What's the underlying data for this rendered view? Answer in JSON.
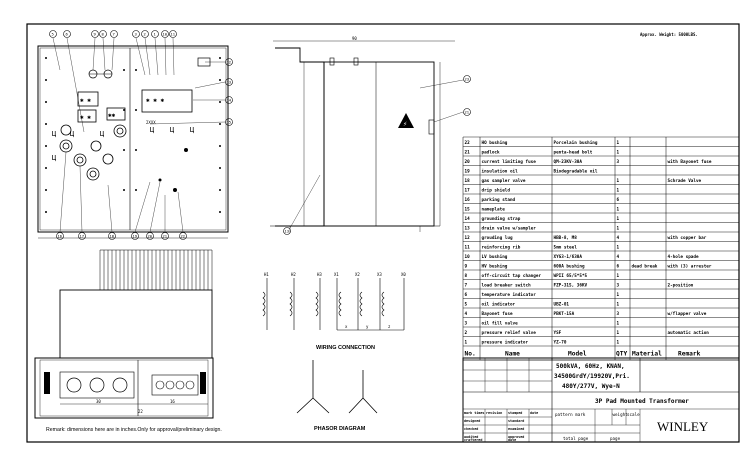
{
  "approx_weight": "Approx. Weight: 5000LBS.",
  "remark_note": "Remark: dimensions here are in inches.Only for approval/preliminary design.",
  "wiring_title": "WIRING CONNECTION",
  "phasor_title": "PHASOR DIAGRAM",
  "wiring_hv_labels": [
    "H1",
    "H2",
    "H3"
  ],
  "wiring_lv_labels": [
    "X1",
    "X2",
    "X3",
    "X0"
  ],
  "wiring_lv_bottom": [
    "x",
    "y",
    "z"
  ],
  "dims": {
    "top_width": "90",
    "base_left": "30",
    "base_right": "16",
    "side_width": "22"
  },
  "front_callouts": [
    "5",
    "6",
    "9",
    "8",
    "7",
    "3",
    "2",
    "1",
    "10",
    "11",
    "12",
    "13",
    "14",
    "15",
    "16",
    "17",
    "18",
    "19",
    "20",
    "21",
    "22"
  ],
  "side_callouts": {
    "top": "23",
    "right": "21",
    "bottom": "13"
  },
  "parts_header": {
    "no": "No.",
    "name": "Name",
    "model": "Model",
    "qty": "QTY",
    "material": "Material",
    "remark": "Remark"
  },
  "parts": [
    {
      "no": "22",
      "name": "HO bushing",
      "model": "Porcelain bushing",
      "qty": "1",
      "material": "",
      "remark": ""
    },
    {
      "no": "21",
      "name": "padlock",
      "model": "penta-head bolt",
      "qty": "1",
      "material": "",
      "remark": ""
    },
    {
      "no": "20",
      "name": "current limiting fuse",
      "model": "QM-23KV-30A",
      "qty": "3",
      "material": "",
      "remark": "with Bayonet fuse"
    },
    {
      "no": "19",
      "name": "insulation oil",
      "model": "Biodegradable oil",
      "qty": "",
      "material": "",
      "remark": ""
    },
    {
      "no": "18",
      "name": "gas sampler valve",
      "model": "",
      "qty": "1",
      "material": "",
      "remark": "Schrade Valve"
    },
    {
      "no": "17",
      "name": "drip shield",
      "model": "",
      "qty": "1",
      "material": "",
      "remark": ""
    },
    {
      "no": "16",
      "name": "parking stand",
      "model": "",
      "qty": "6",
      "material": "",
      "remark": ""
    },
    {
      "no": "15",
      "name": "nameplate",
      "model": "",
      "qty": "1",
      "material": "",
      "remark": ""
    },
    {
      "no": "14",
      "name": "grounding strap",
      "model": "",
      "qty": "1",
      "material": "",
      "remark": ""
    },
    {
      "no": "13",
      "name": "drain valve w/sampler",
      "model": "",
      "qty": "1",
      "material": "",
      "remark": ""
    },
    {
      "no": "12",
      "name": "grouding lug",
      "model": "HBB-8, M8",
      "qty": "4",
      "material": "",
      "remark": "with copper bar"
    },
    {
      "no": "11",
      "name": "reinforcing rib",
      "model": "5mm steel",
      "qty": "1",
      "material": "",
      "remark": ""
    },
    {
      "no": "10",
      "name": "LV bushing",
      "model": "XYG3-1/630A",
      "qty": "4",
      "material": "",
      "remark": "4-hole spade"
    },
    {
      "no": "9",
      "name": "HV bushing",
      "model": "600A bushing",
      "qty": "6",
      "material": "dead break",
      "remark": "with (3) arrester"
    },
    {
      "no": "8",
      "name": "off-circuit tap changer",
      "model": "WPII 65/5*5*5",
      "qty": "1",
      "material": "",
      "remark": ""
    },
    {
      "no": "7",
      "name": "load breaker switch",
      "model": "FZP-315, 36KV",
      "qty": "3",
      "material": "",
      "remark": "2-position"
    },
    {
      "no": "6",
      "name": "temperature indicator",
      "model": "",
      "qty": "1",
      "material": "",
      "remark": ""
    },
    {
      "no": "5",
      "name": "oil indicator",
      "model": "UBZ-01",
      "qty": "1",
      "material": "",
      "remark": ""
    },
    {
      "no": "4",
      "name": "Bayonet fuse",
      "model": "PBKT-15A",
      "qty": "3",
      "material": "",
      "remark": "w/flapper valve"
    },
    {
      "no": "3",
      "name": "oil fill valve",
      "model": "",
      "qty": "1",
      "material": "",
      "remark": ""
    },
    {
      "no": "2",
      "name": "pressure relief valve",
      "model": "YSF",
      "qty": "1",
      "material": "",
      "remark": "automatic action"
    },
    {
      "no": "1",
      "name": "pressure indicator",
      "model": "YZ-70",
      "qty": "1",
      "material": "",
      "remark": ""
    }
  ],
  "spec_lines": [
    "500kVA, 60Hz, KNAN,",
    "34500GrdY/19920V,Pri.",
    "480Y/277V, Wye-N"
  ],
  "product_title": "3P Pad Mounted Transformer",
  "brand": "WINLEY",
  "title_block": {
    "left_rows": [
      [
        "mark times",
        "revision",
        "stamped",
        "date"
      ],
      [
        "designed",
        "",
        "standard",
        ""
      ],
      [
        "checked",
        "",
        "examined",
        ""
      ],
      [
        "audited",
        "",
        "approved",
        ""
      ],
      [
        "craftered",
        "",
        "date",
        ""
      ]
    ],
    "pattern_mark": "pattern mark",
    "weight": "weight",
    "scale": "scale",
    "total_page": "total page",
    "page": "page"
  }
}
